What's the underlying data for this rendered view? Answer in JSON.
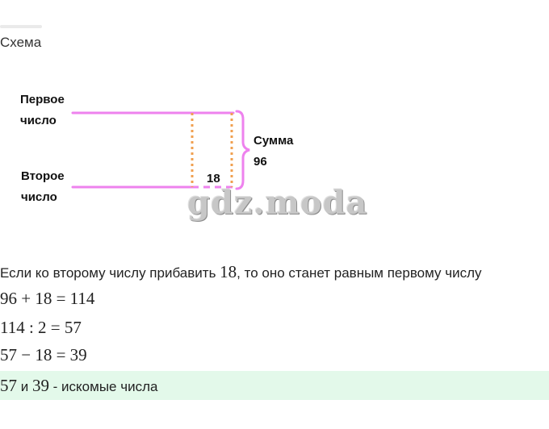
{
  "heading": "Схема",
  "diagram": {
    "label_first_line1": "Первое",
    "label_first_line2": "число",
    "label_second_line1": "Второе",
    "label_second_line2": "число",
    "difference_label": "18",
    "sum_label_line1": "Сумма",
    "sum_label_line2": "96",
    "line_color": "#ee82ee",
    "dotted_color": "#f0a050"
  },
  "watermark": "gdz.moda",
  "explanation": {
    "before": "Если ко второму числу прибавить ",
    "number": "18",
    "after": ", то оно станет равным первому числу"
  },
  "equations": [
    "96 + 18 = 114",
    "114 : 2 = 57",
    "57 − 18 = 39"
  ],
  "answer": {
    "num1": "57",
    "middle": " и ",
    "num2": "39",
    "rest": " - искомые числа",
    "background": "#e3f9ea"
  }
}
